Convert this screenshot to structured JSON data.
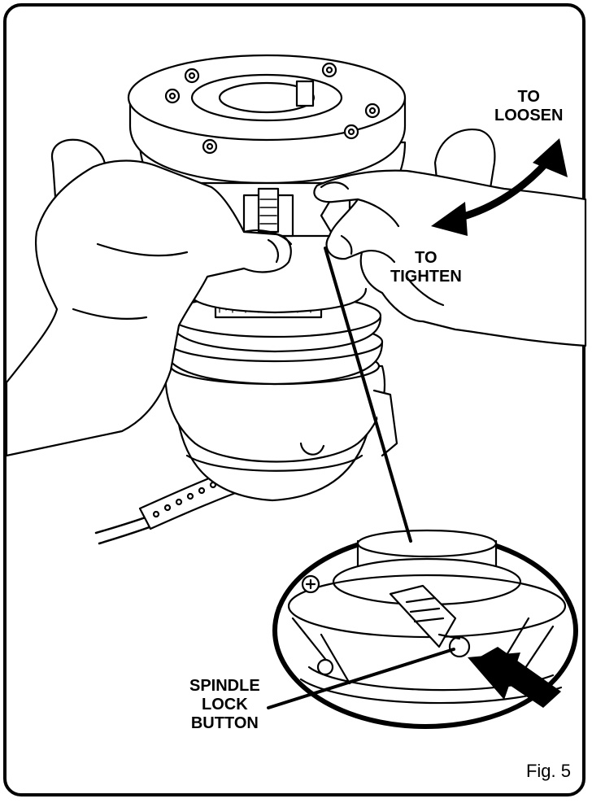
{
  "labels": {
    "loosen_line1": "TO",
    "loosen_line2": "LOOSEN",
    "tighten_line1": "TO",
    "tighten_line2": "TIGHTEN",
    "spindle_line1": "SPINDLE",
    "spindle_line2": "LOCK",
    "spindle_line3": "BUTTON"
  },
  "figure_label": "Fig. 5",
  "colors": {
    "ink": "#000000",
    "paper": "#ffffff",
    "shade": "#cfcfcf"
  }
}
